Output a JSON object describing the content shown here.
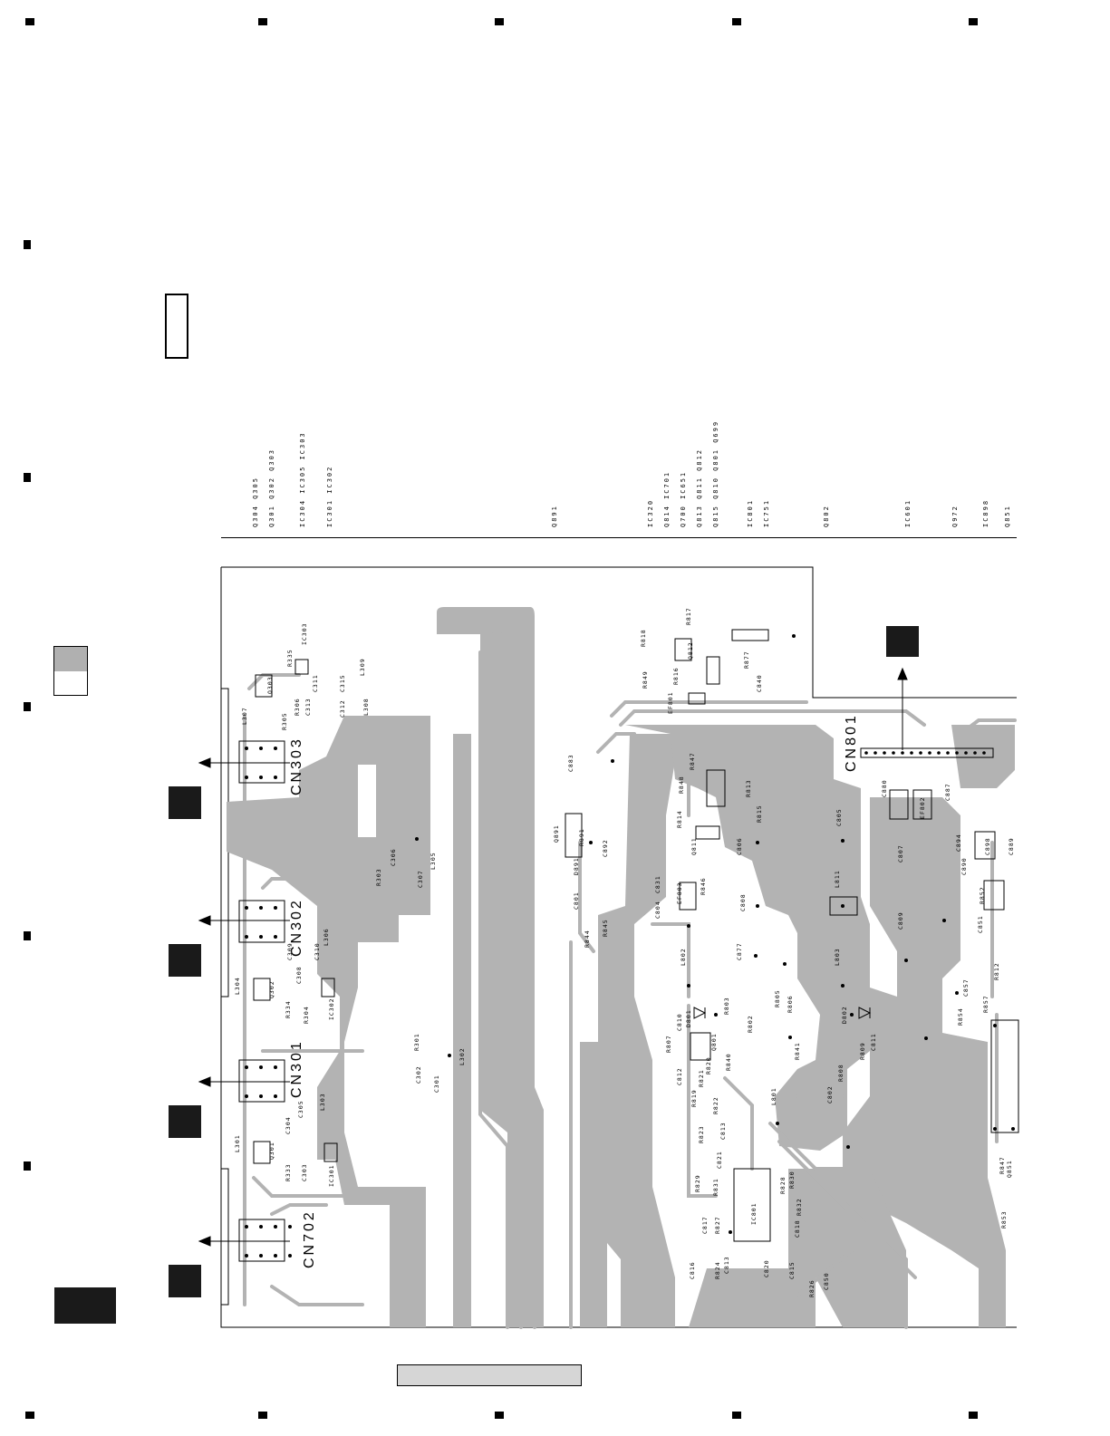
{
  "page": {
    "colors": {
      "trace": "#b3b3b3",
      "ink": "#000000",
      "block": "#1a1a1a",
      "tab_gray": "#b0b0b0"
    }
  },
  "reference_columns": [
    {
      "id": "c1",
      "lines": [
        "Q304 Q305"
      ]
    },
    {
      "id": "c2",
      "lines": [
        "Q301 Q302 Q303"
      ]
    },
    {
      "id": "c3",
      "lines": [
        "IC304 IC305 IC303"
      ]
    },
    {
      "id": "c4",
      "lines": [
        "IC301 IC302"
      ]
    },
    {
      "id": "c5",
      "lines": [
        "Q891"
      ]
    },
    {
      "id": "c6",
      "lines": [
        "IC320"
      ]
    },
    {
      "id": "c7",
      "lines": [
        "Q814 IC701"
      ]
    },
    {
      "id": "c8",
      "lines": [
        "Q700 IC651"
      ]
    },
    {
      "id": "c9",
      "lines": [
        "Q813 Q811 Q812"
      ]
    },
    {
      "id": "c10",
      "lines": [
        "Q815 Q810 Q801 Q699"
      ]
    },
    {
      "id": "c11",
      "lines": [
        "IC801"
      ]
    },
    {
      "id": "c12",
      "lines": [
        "IC751"
      ]
    },
    {
      "id": "c13",
      "lines": [
        "Q802"
      ]
    },
    {
      "id": "c14",
      "lines": [
        "IC601"
      ]
    },
    {
      "id": "c15",
      "lines": [
        "Q972"
      ]
    },
    {
      "id": "c16",
      "lines": [
        "IC898"
      ]
    },
    {
      "id": "c17",
      "lines": [
        "Q851"
      ]
    }
  ],
  "connectors": [
    {
      "name": "CN303"
    },
    {
      "name": "CN302"
    },
    {
      "name": "CN301"
    },
    {
      "name": "CN702"
    },
    {
      "name": "CN801"
    }
  ],
  "components": [
    "Q303",
    "R335",
    "IC303",
    "L307",
    "C313",
    "C311",
    "C312",
    "C315",
    "L309",
    "L308",
    "R305",
    "R306",
    "C306",
    "C307",
    "L305",
    "R303",
    "L306",
    "C308",
    "C309",
    "C310",
    "L304",
    "Q302",
    "R334",
    "R304",
    "IC302",
    "R301",
    "C302",
    "C301",
    "L302",
    "L303",
    "C305",
    "C304",
    "L301",
    "Q301",
    "R333",
    "C303",
    "IC301",
    "R818",
    "R817",
    "R849",
    "R816",
    "Q812",
    "R877",
    "C840",
    "EF801",
    "C883",
    "Q891",
    "R891",
    "D891",
    "C892",
    "C801",
    "R845",
    "R844",
    "R847",
    "R848",
    "R814",
    "Q811",
    "R813",
    "R815",
    "C806",
    "C805",
    "EF803",
    "C804",
    "C831",
    "R846",
    "C808",
    "EF802",
    "C807",
    "L811",
    "L802",
    "L803",
    "C809",
    "C877",
    "C810",
    "D801",
    "R803",
    "R802",
    "R805",
    "R806",
    "D802",
    "C811",
    "R807",
    "Q801",
    "R809",
    "R841",
    "R808",
    "C812",
    "R819",
    "R821",
    "R820",
    "R840",
    "R822",
    "R823",
    "C813",
    "C802",
    "L801",
    "C821",
    "IC801",
    "R829",
    "R828",
    "R830",
    "R831",
    "C817",
    "C818",
    "R827",
    "R832",
    "C816",
    "R824",
    "C813",
    "C820",
    "C815",
    "R826",
    "C850",
    "C880",
    "C887",
    "C894",
    "C890",
    "C898",
    "C889",
    "R852",
    "C851",
    "R812",
    "R854",
    "C857",
    "R857",
    "R847",
    "Q851",
    "R853"
  ]
}
